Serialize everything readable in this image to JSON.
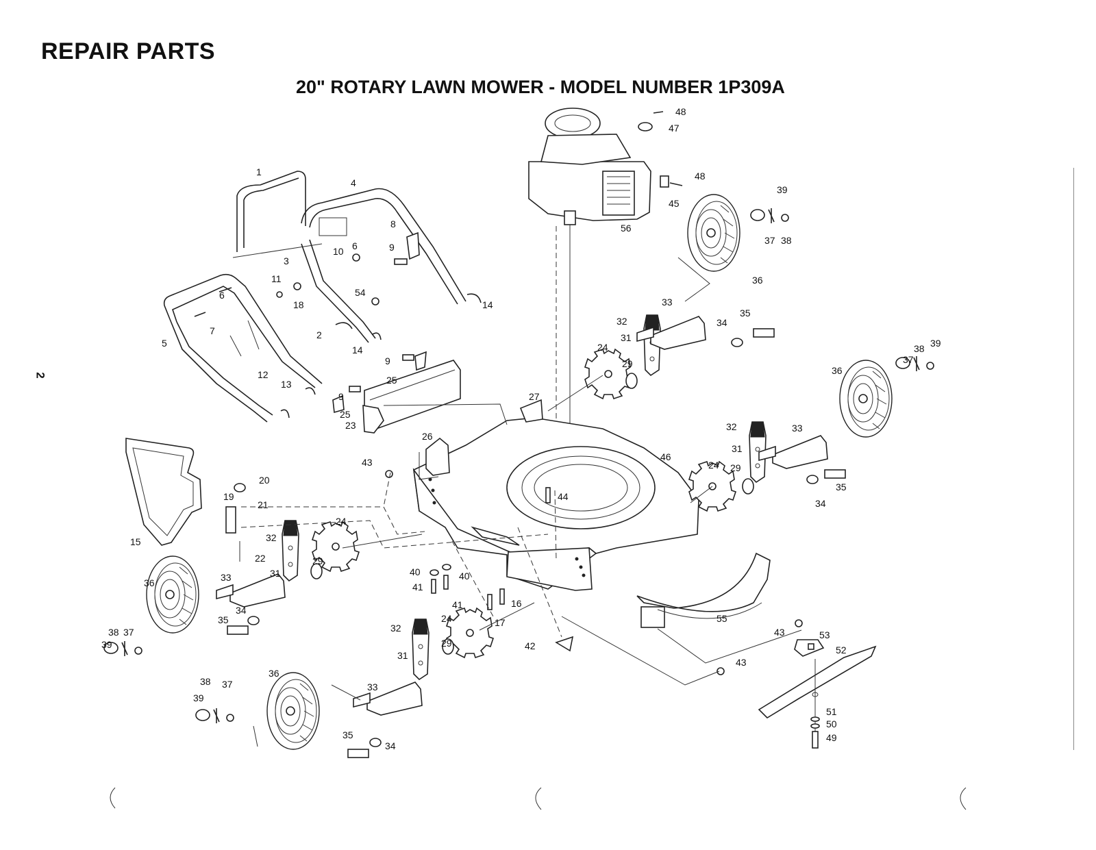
{
  "header": {
    "title": "REPAIR PARTS",
    "subtitle": "20\" ROTARY LAWN MOWER - MODEL NUMBER 1P309A",
    "page_number": "2"
  },
  "callouts": [
    {
      "id": "c1",
      "text": "1"
    },
    {
      "id": "c2",
      "text": "2"
    },
    {
      "id": "c3",
      "text": "3"
    },
    {
      "id": "c4",
      "text": "4"
    },
    {
      "id": "c5",
      "text": "5"
    },
    {
      "id": "c6a",
      "text": "6"
    },
    {
      "id": "c6b",
      "text": "6"
    },
    {
      "id": "c7",
      "text": "7"
    },
    {
      "id": "c8",
      "text": "8"
    },
    {
      "id": "c9a",
      "text": "9"
    },
    {
      "id": "c9b",
      "text": "9"
    },
    {
      "id": "c9c",
      "text": "9"
    },
    {
      "id": "c10",
      "text": "10"
    },
    {
      "id": "c11",
      "text": "11"
    },
    {
      "id": "c12",
      "text": "12"
    },
    {
      "id": "c13",
      "text": "13"
    },
    {
      "id": "c14a",
      "text": "14"
    },
    {
      "id": "c14b",
      "text": "14"
    },
    {
      "id": "c15",
      "text": "15"
    },
    {
      "id": "c16",
      "text": "16"
    },
    {
      "id": "c17",
      "text": "17"
    },
    {
      "id": "c18",
      "text": "18"
    },
    {
      "id": "c19",
      "text": "19"
    },
    {
      "id": "c20",
      "text": "20"
    },
    {
      "id": "c21",
      "text": "21"
    },
    {
      "id": "c22",
      "text": "22"
    },
    {
      "id": "c23",
      "text": "23"
    },
    {
      "id": "c24a",
      "text": "24"
    },
    {
      "id": "c24b",
      "text": "24"
    },
    {
      "id": "c24c",
      "text": "24"
    },
    {
      "id": "c24d",
      "text": "24"
    },
    {
      "id": "c25a",
      "text": "25"
    },
    {
      "id": "c25b",
      "text": "25"
    },
    {
      "id": "c26",
      "text": "26"
    },
    {
      "id": "c27",
      "text": "27"
    },
    {
      "id": "c29a",
      "text": "29"
    },
    {
      "id": "c29b",
      "text": "29"
    },
    {
      "id": "c29c",
      "text": "29"
    },
    {
      "id": "c29d",
      "text": "29"
    },
    {
      "id": "c31a",
      "text": "31"
    },
    {
      "id": "c31b",
      "text": "31"
    },
    {
      "id": "c31c",
      "text": "31"
    },
    {
      "id": "c31d",
      "text": "31"
    },
    {
      "id": "c32a",
      "text": "32"
    },
    {
      "id": "c32b",
      "text": "32"
    },
    {
      "id": "c32c",
      "text": "32"
    },
    {
      "id": "c32d",
      "text": "32"
    },
    {
      "id": "c33a",
      "text": "33"
    },
    {
      "id": "c33b",
      "text": "33"
    },
    {
      "id": "c33c",
      "text": "33"
    },
    {
      "id": "c33d",
      "text": "33"
    },
    {
      "id": "c34a",
      "text": "34"
    },
    {
      "id": "c34b",
      "text": "34"
    },
    {
      "id": "c34c",
      "text": "34"
    },
    {
      "id": "c34d",
      "text": "34"
    },
    {
      "id": "c35a",
      "text": "35"
    },
    {
      "id": "c35b",
      "text": "35"
    },
    {
      "id": "c35c",
      "text": "35"
    },
    {
      "id": "c35d",
      "text": "35"
    },
    {
      "id": "c36a",
      "text": "36"
    },
    {
      "id": "c36b",
      "text": "36"
    },
    {
      "id": "c36c",
      "text": "36"
    },
    {
      "id": "c36d",
      "text": "36"
    },
    {
      "id": "c37a",
      "text": "37"
    },
    {
      "id": "c37b",
      "text": "37"
    },
    {
      "id": "c37c",
      "text": "37"
    },
    {
      "id": "c37d",
      "text": "37"
    },
    {
      "id": "c38a",
      "text": "38"
    },
    {
      "id": "c38b",
      "text": "38"
    },
    {
      "id": "c38c",
      "text": "38"
    },
    {
      "id": "c38d",
      "text": "38"
    },
    {
      "id": "c39a",
      "text": "39"
    },
    {
      "id": "c39b",
      "text": "39"
    },
    {
      "id": "c39c",
      "text": "39"
    },
    {
      "id": "c39d",
      "text": "39"
    },
    {
      "id": "c40a",
      "text": "40"
    },
    {
      "id": "c40b",
      "text": "40"
    },
    {
      "id": "c41a",
      "text": "41"
    },
    {
      "id": "c41b",
      "text": "41"
    },
    {
      "id": "c42",
      "text": "42"
    },
    {
      "id": "c43a",
      "text": "43"
    },
    {
      "id": "c43b",
      "text": "43"
    },
    {
      "id": "c43c",
      "text": "43"
    },
    {
      "id": "c44",
      "text": "44"
    },
    {
      "id": "c45",
      "text": "45"
    },
    {
      "id": "c46",
      "text": "46"
    },
    {
      "id": "c47",
      "text": "47"
    },
    {
      "id": "c48a",
      "text": "48"
    },
    {
      "id": "c48b",
      "text": "48"
    },
    {
      "id": "c49",
      "text": "49"
    },
    {
      "id": "c50",
      "text": "50"
    },
    {
      "id": "c51",
      "text": "51"
    },
    {
      "id": "c52",
      "text": "52"
    },
    {
      "id": "c53",
      "text": "53"
    },
    {
      "id": "c54",
      "text": "54"
    },
    {
      "id": "c55",
      "text": "55"
    },
    {
      "id": "c56",
      "text": "56"
    }
  ]
}
